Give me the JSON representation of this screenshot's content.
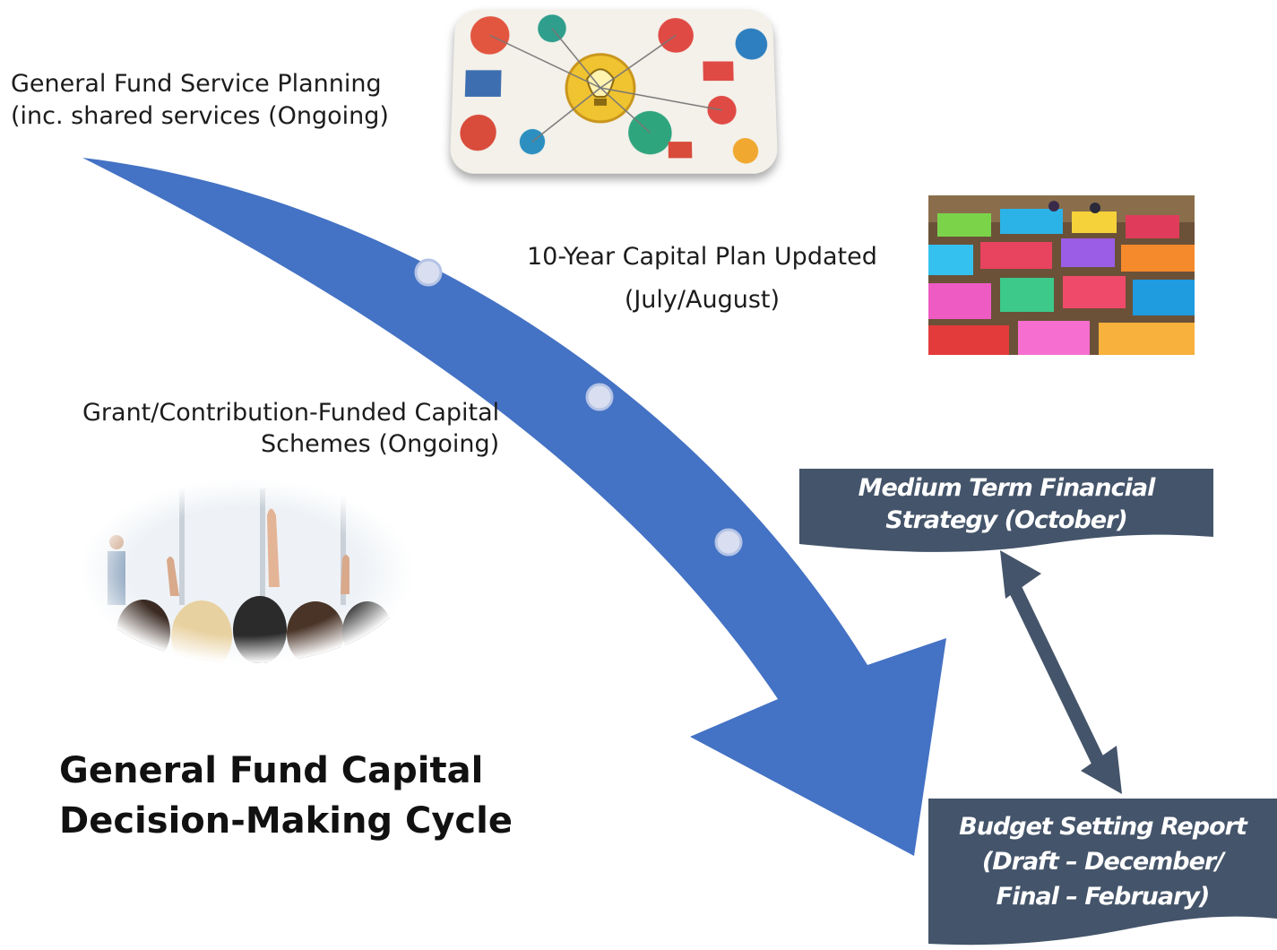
{
  "diagram": {
    "title_line1": "General Fund Capital",
    "title_line2": "Decision-Making Cycle",
    "steps": [
      {
        "line1": "General Fund Service Planning",
        "line2": "(inc. shared services (Ongoing)"
      },
      {
        "line1": "10-Year Capital Plan Updated",
        "line2": "(July/August)"
      },
      {
        "line1": "Grant/Contribution-Funded Capital",
        "line2": "Schemes (Ongoing)"
      }
    ],
    "banners": {
      "mtfs": {
        "line1": "Medium Term Financial",
        "line2": "Strategy (October)"
      },
      "budget": {
        "line1": "Budget Setting Report",
        "line2": "(Draft – December/",
        "line3": "Final – February)"
      }
    },
    "colors": {
      "arrow": "#4472c4",
      "banner": "#44546a",
      "connector": "#44546a",
      "marker_fill": "#d9dff0",
      "marker_stroke": "#b4c3e6"
    },
    "icons": {
      "photo_planning": "planning-collage-photo",
      "photo_capital": "colored-blocks-photo",
      "photo_grant": "raised-hands-meeting-photo"
    }
  }
}
